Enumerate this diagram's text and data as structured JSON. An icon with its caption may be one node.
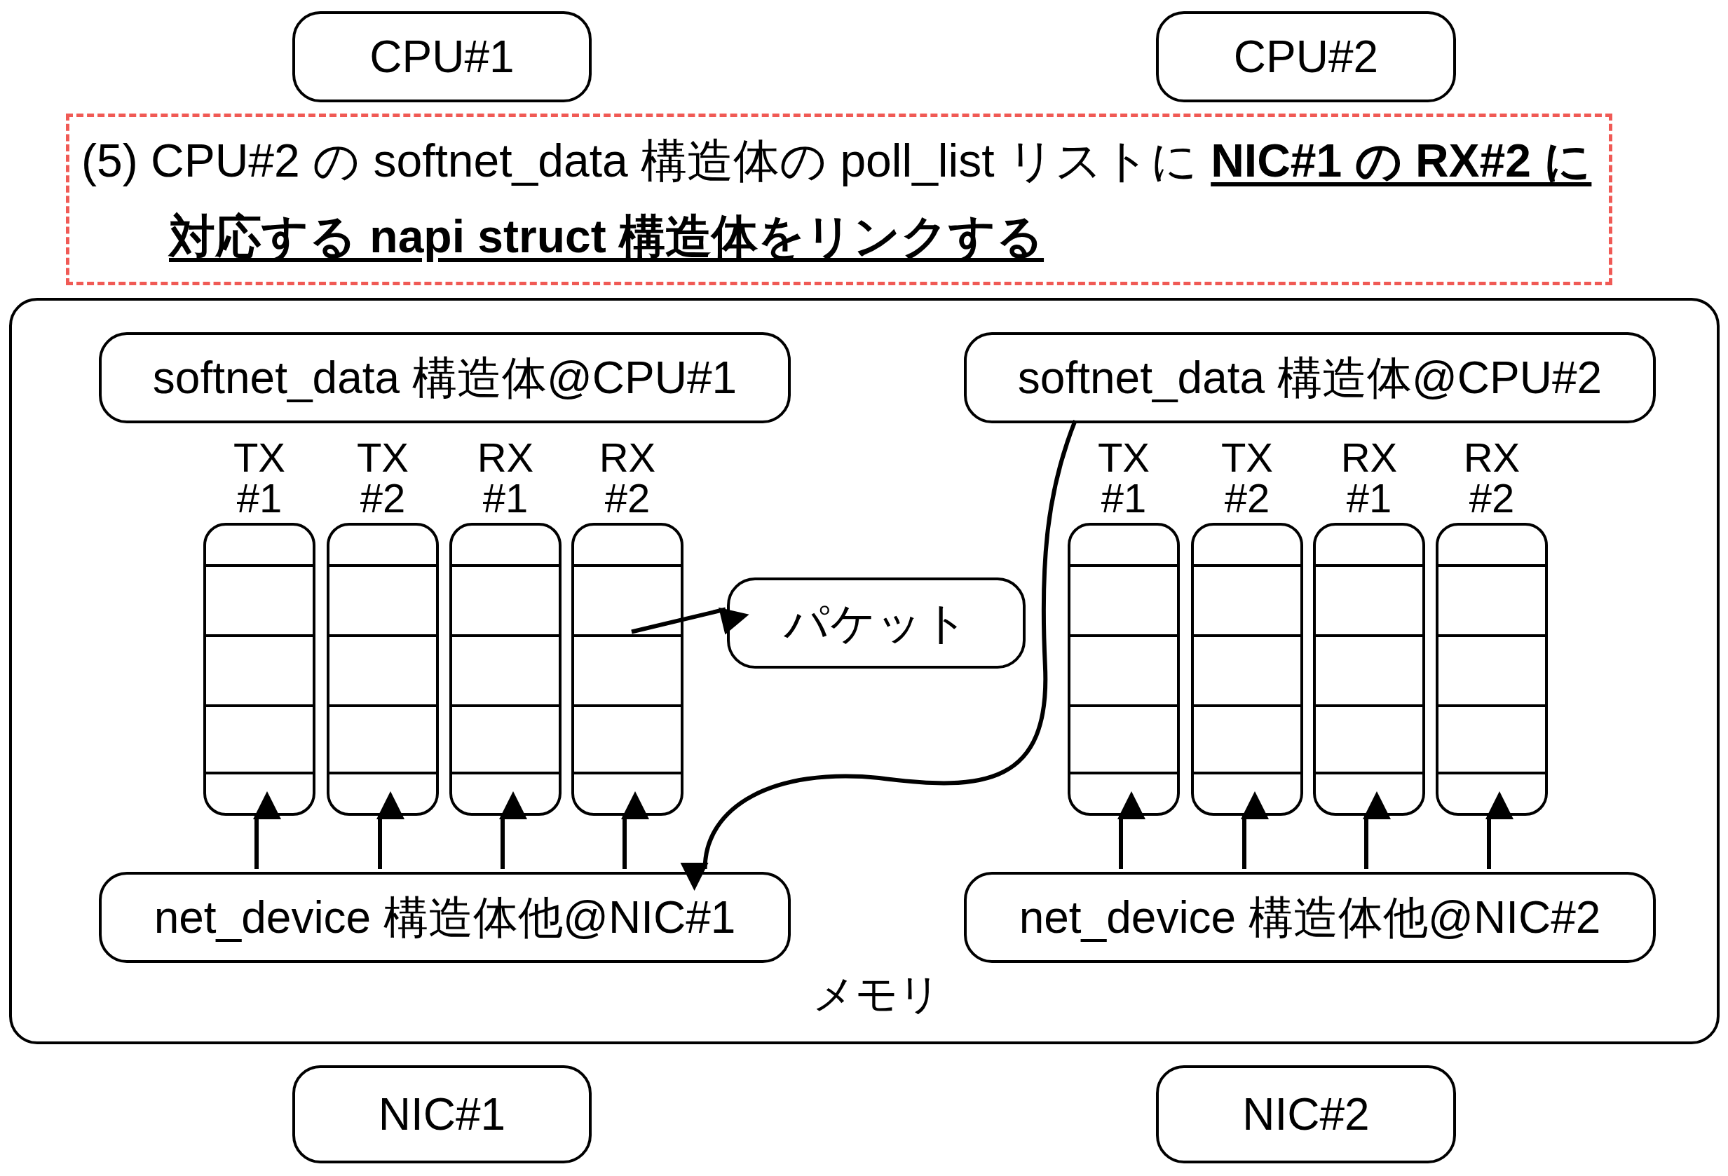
{
  "diagram": {
    "nodes": [
      {
        "text": [
          "CPU#1"
        ]
      },
      {
        "text": [
          "CPU#2"
        ]
      },
      {
        "text": [
          "メモリ"
        ]
      },
      {
        "text": [
          "softnet_data 構造体@CPU#1"
        ],
        "in": 2
      },
      {
        "text": [
          "softnet_data 構造体@CPU#2"
        ],
        "in": 2
      },
      {
        "text": [
          "TX #1"
        ],
        "in": 2
      },
      {
        "text": [
          "TX #2"
        ],
        "in": 2
      },
      {
        "text": [
          "RX #1"
        ],
        "in": 2
      },
      {
        "text": [
          "RX #2"
        ],
        "in": 2
      },
      {
        "text": [
          "パケット"
        ],
        "in": 2
      },
      {
        "text": [
          "TX #1"
        ],
        "in": 2
      },
      {
        "text": [
          "TX #2"
        ],
        "in": 2
      },
      {
        "text": [
          "RX #1"
        ],
        "in": 2
      },
      {
        "text": [
          "RX #2"
        ],
        "in": 2
      },
      {
        "text": [
          "net_device 構造体他@NIC#1"
        ],
        "in": 2
      },
      {
        "text": [
          "net_device 構造体他@NIC#2"
        ],
        "in": 2
      },
      {
        "text": [
          "NIC#1"
        ]
      },
      {
        "text": [
          "NIC#2"
        ]
      },
      {
        "text": [
          "(5) CPU#2 の softnet_data 構造体の poll_list リストに **NIC#1 の RX#2 に対応する napi struct 構造体をリンクする**"
        ]
      }
    ],
    "edges": [
      {
        "from": 14,
        "to": 5,
        "arrow": "to"
      },
      {
        "from": 14,
        "to": 6,
        "arrow": "to"
      },
      {
        "from": 14,
        "to": 7,
        "arrow": "to"
      },
      {
        "from": 14,
        "to": 8,
        "arrow": "to"
      },
      {
        "from": 15,
        "to": 10,
        "arrow": "to"
      },
      {
        "from": 15,
        "to": 11,
        "arrow": "to"
      },
      {
        "from": 15,
        "to": 12,
        "arrow": "to"
      },
      {
        "from": 15,
        "to": 13,
        "arrow": "to"
      },
      {
        "from": 8,
        "to": 9,
        "arrow": "to"
      },
      {
        "from": 4,
        "to": 14,
        "arrow": "to"
      }
    ]
  }
}
